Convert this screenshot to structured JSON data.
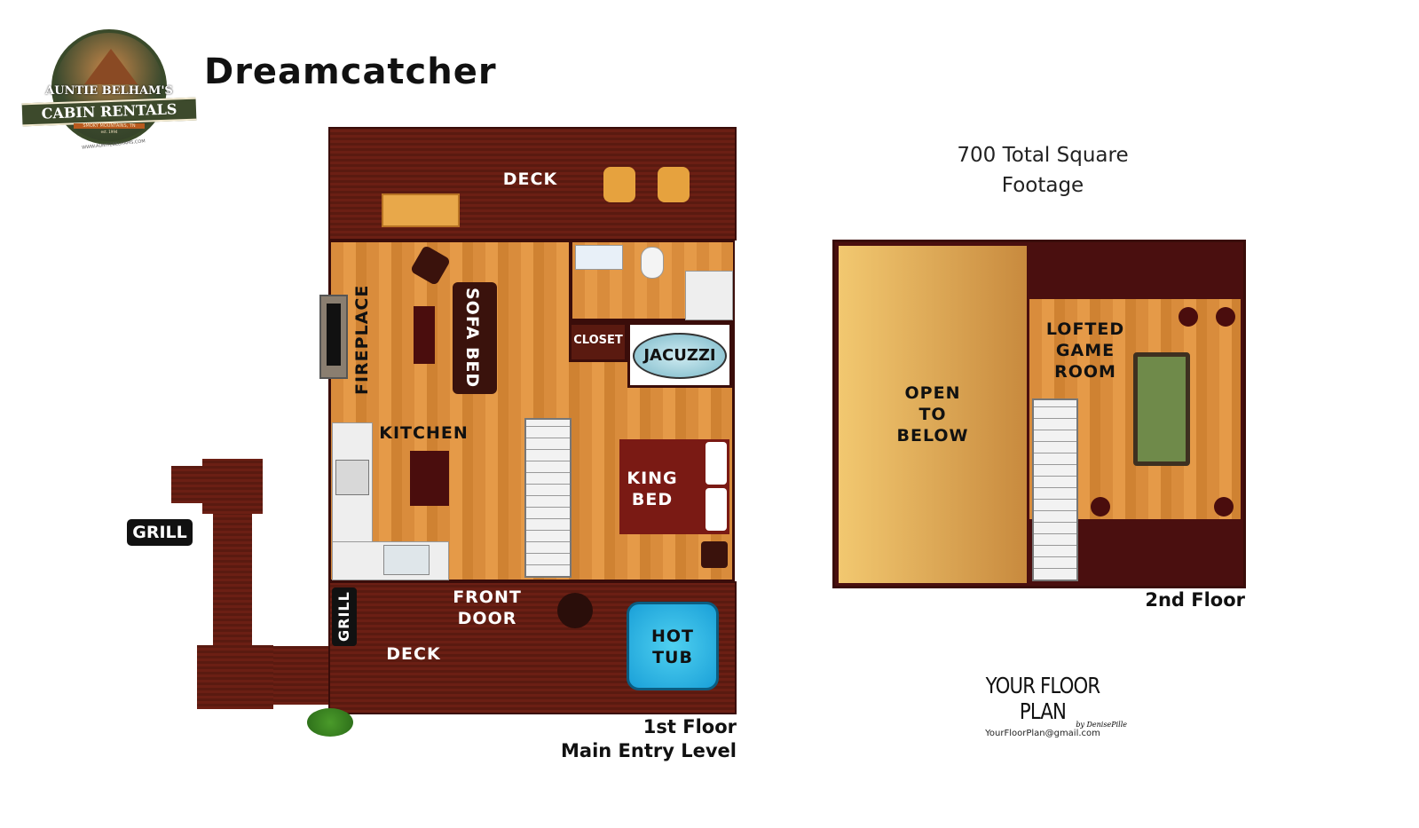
{
  "logo": {
    "line1": "AUNTIE BELHAM'S",
    "line2": "CABIN RENTALS",
    "tagline": "SMOKY MOUNTAINS, TN",
    "est": "est. 1994",
    "url": "WWW.AUNTIEBELHAMS.COM"
  },
  "title": "Dreamcatcher",
  "square_footage": {
    "line1": "700 Total Square",
    "line2": "Footage"
  },
  "first_floor": {
    "caption_line1": "1st Floor",
    "caption_line2": "Main Entry Level",
    "rooms": {
      "deck_top": "DECK",
      "fireplace": "FIREPLACE",
      "sofa_bed": "SOFA BED",
      "closet": "CLOSET",
      "jacuzzi": "JACUZZI",
      "kitchen": "KITCHEN",
      "king_bed_1": "KING",
      "king_bed_2": "BED",
      "front_door_1": "FRONT",
      "front_door_2": "DOOR",
      "deck_bottom": "DECK",
      "grill_deck": "GRILL",
      "hot_tub_1": "HOT",
      "hot_tub_2": "TUB",
      "grill_outside": "GRILL"
    }
  },
  "second_floor": {
    "caption": "2nd Floor",
    "rooms": {
      "open_1": "OPEN",
      "open_2": "TO",
      "open_3": "BELOW",
      "loft_1": "LOFTED",
      "loft_2": "GAME",
      "loft_3": "ROOM"
    }
  },
  "credit": {
    "brand": "YOUR FLOOR PLAN",
    "by": "by DenisePille",
    "email": "YourFloorPlan@gmail.com"
  }
}
